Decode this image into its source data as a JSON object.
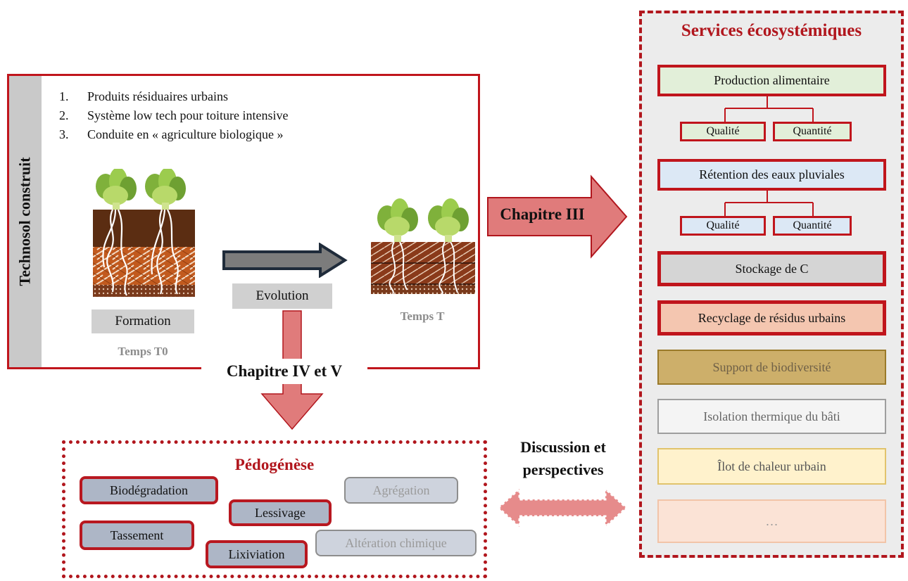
{
  "technosol": {
    "title": "Technosol construit",
    "list": [
      {
        "num": "1.",
        "text": "Produits résiduaires urbains"
      },
      {
        "num": "2.",
        "text": "Système low tech pour toiture intensive"
      },
      {
        "num": "3.",
        "text": "Conduite en « agriculture biologique »"
      }
    ],
    "formation_label": "Formation",
    "evolution_label": "Evolution",
    "temps_t0": "Temps T0",
    "temps_t": "Temps T"
  },
  "arrows": {
    "chapitre_3": "Chapitre III",
    "chapitre_4_5": "Chapitre IV et V",
    "discussion_line1": "Discussion et",
    "discussion_line2": "perspectives"
  },
  "services": {
    "title": "Services écosystémiques",
    "production": "Production alimentaire",
    "production_sub": [
      "Qualité",
      "Quantité"
    ],
    "retention": "Rétention des eaux pluviales",
    "retention_sub": [
      "Qualité",
      "Quantité"
    ],
    "stockage": "Stockage de C",
    "recyclage": "Recyclage de résidus urbains",
    "biodiversite": "Support de biodiversité",
    "isolation": "Isolation thermique du bâti",
    "ilot": "Îlot de chaleur urbain",
    "more": "…"
  },
  "pedogenese": {
    "title": "Pédogénèse",
    "items": {
      "biodegradation": "Biodégradation",
      "lessivage": "Lessivage",
      "tassement": "Tassement",
      "lixiviation": "Lixiviation",
      "agregation": "Agrégation",
      "alteration": "Altération chimique"
    }
  },
  "colors": {
    "accent_red": "#b1161d",
    "production_fill": "#e2efd9",
    "retention_fill": "#dce8f5",
    "stockage_fill": "#d5d5d5",
    "recyclage_fill": "#f4c6b0",
    "biodiversite_fill": "#cdaf6a",
    "ilot_fill": "#fff2cc",
    "more_fill": "#fbe3d6"
  }
}
